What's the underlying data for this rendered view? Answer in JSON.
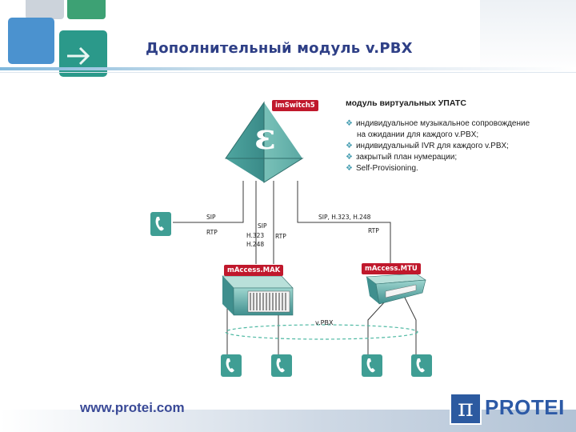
{
  "slide": {
    "title": "Дополнительный модуль v.PBX"
  },
  "panel": {
    "heading": "модуль виртуальных УПАТС",
    "bullets": [
      "индивидуальное музыкальное сопровождение",
      "на ожидании для каждого v.PBX;",
      "индивидуальный IVR для каждого v.PBX;",
      "закрытый план нумерации;",
      "Self-Provisioning."
    ]
  },
  "diagram": {
    "core_label": "imSwitch5",
    "core_glyph": "ε",
    "left_device": "mAccess.MAK",
    "right_device": "mAccess.MTU",
    "group_label": "v.PBX",
    "link_left_top": "SIP",
    "link_left_bottom": "RTP",
    "link_mid_sip": "SIP",
    "link_mid_h323": "H.323",
    "link_mid_h248": "H.248",
    "link_mid_rtp": "RTP",
    "link_right_top": "SIP, H.323, H.248",
    "link_right_bottom": "RTP"
  },
  "footer": {
    "url": "www.protei.com",
    "logo_symbol": "π",
    "logo_text": "PROTEI"
  },
  "colors": {
    "title": "#2e3f86",
    "accent_red": "#c0182c",
    "teal": "#4f9e9f",
    "phone_teal": "#3f9e94",
    "logo_blue": "#2c5aa0"
  }
}
